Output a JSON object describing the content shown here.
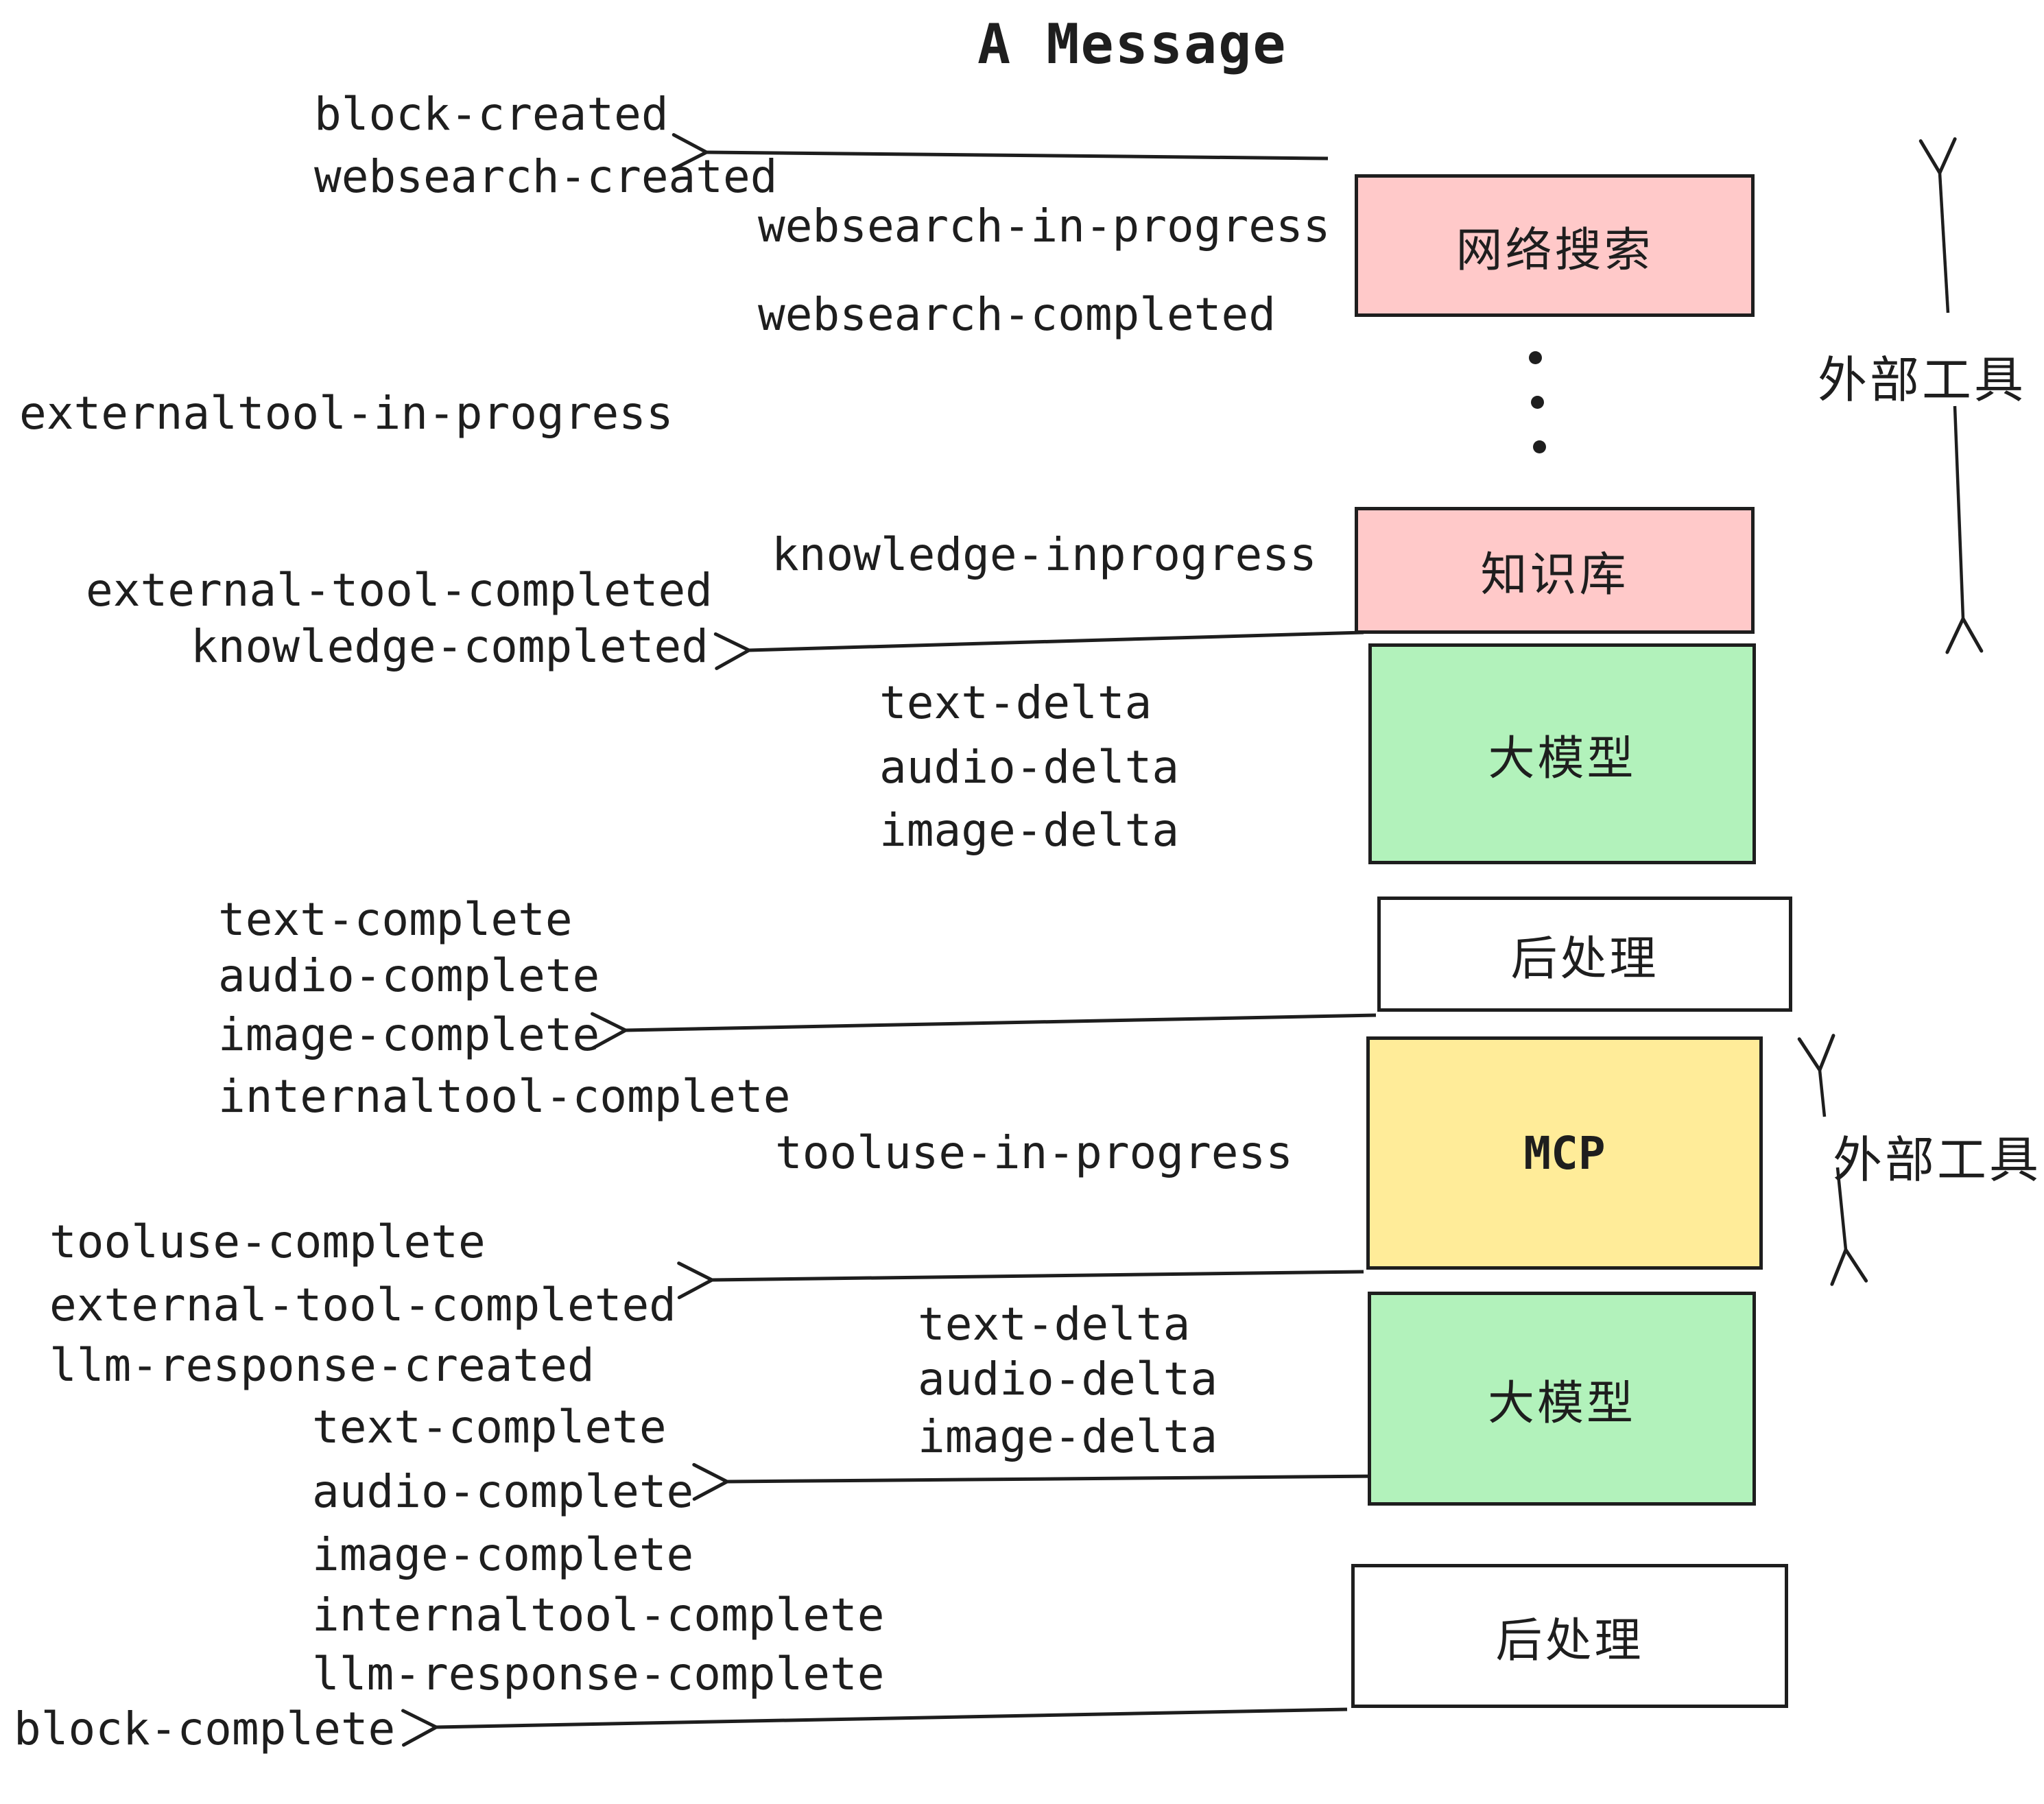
{
  "title": "A Message",
  "events": {
    "block_created": "block-created",
    "websearch_created": "websearch-created",
    "websearch_in_progress": "websearch-in-progress",
    "websearch_completed": "websearch-completed",
    "externaltool_in_progress": "externaltool-in-progress",
    "knowledge_inprogress": "knowledge-inprogress",
    "external_tool_completed": "external-tool-completed",
    "knowledge_completed": "knowledge-completed",
    "text_delta": "text-delta",
    "audio_delta": "audio-delta",
    "image_delta": "image-delta",
    "text_complete": "text-complete",
    "audio_complete": "audio-complete",
    "image_complete": "image-complete",
    "internaltool_complete": "internaltool-complete",
    "tooluse_in_progress": "tooluse-in-progress",
    "tooluse_complete": "tooluse-complete",
    "llm_response_created": "llm-response-created",
    "llm_response_complete": "llm-response-complete",
    "block_complete": "block-complete"
  },
  "boxes": {
    "websearch": {
      "label": "网络搜索",
      "fill": "#ffc9c9"
    },
    "knowledge": {
      "label": "知识库",
      "fill": "#ffc9c9"
    },
    "llm_top": {
      "label": "大模型",
      "fill": "#b2f2bb"
    },
    "postprocess_top": {
      "label": "后处理",
      "fill": "#ffffff"
    },
    "mcp": {
      "label": "MCP",
      "fill": "#ffec99"
    },
    "llm_bottom": {
      "label": "大模型",
      "fill": "#b2f2bb"
    },
    "postprocess_bottom": {
      "label": "后处理",
      "fill": "#ffffff"
    }
  },
  "annotations": {
    "external_tools_top": "外部工具",
    "external_tools_mcp": "外部工具"
  },
  "palette": {
    "ink": "#1e1e1e",
    "external_tool_fill": "#ffc9c9",
    "llm_fill": "#b2f2bb",
    "mcp_fill": "#ffec99",
    "postprocess_fill": "#ffffff"
  }
}
